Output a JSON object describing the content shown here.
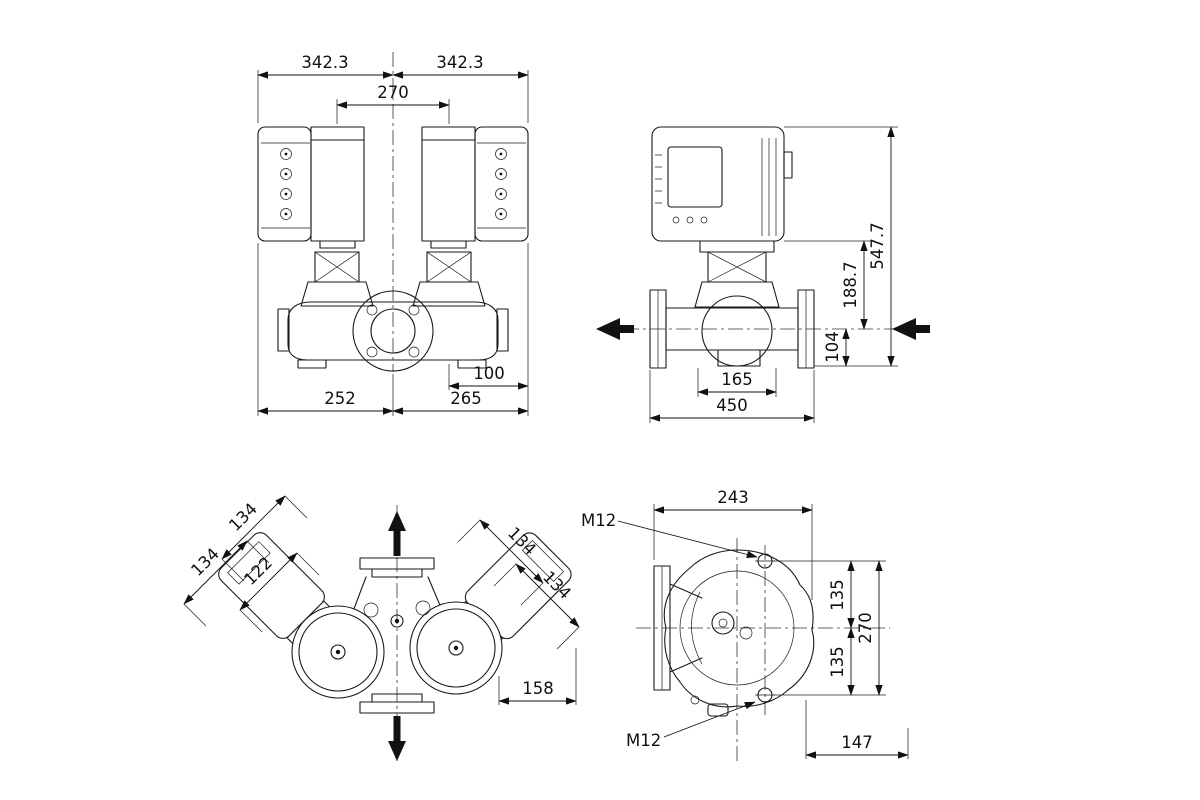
{
  "views": {
    "front": {
      "dims": {
        "width_left": "342.3",
        "width_right": "342.3",
        "motor_spacing": "270",
        "port_offset": "100",
        "base_left": "252",
        "base_right": "265"
      }
    },
    "side": {
      "dims": {
        "overall_height": "547.7",
        "motor_clearance": "188.7",
        "axis_height": "104",
        "foot_span": "165",
        "port_length": "450"
      }
    },
    "top": {
      "dims": {
        "left_box": "134",
        "left_motor": "134",
        "left_inner": "122",
        "right_box": "134",
        "right_motor": "134",
        "fan_width": "158"
      }
    },
    "end": {
      "dims": {
        "flange_width": "243",
        "bolt_top": "M12",
        "upper_half": "135",
        "lower_half": "135",
        "bolt_span": "270",
        "bolt_bottom": "M12",
        "foot_offset": "147"
      }
    }
  }
}
